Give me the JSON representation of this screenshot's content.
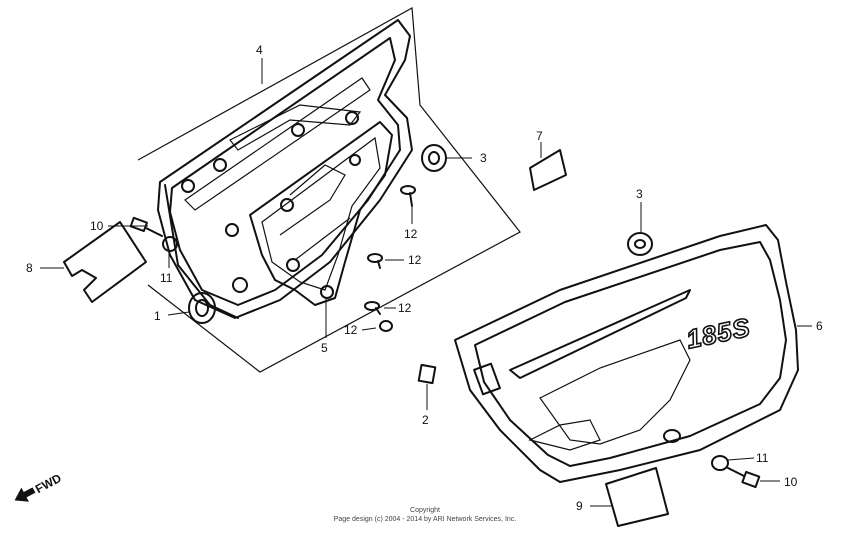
{
  "labels": {
    "p1": "1",
    "p2": "2",
    "p3a": "3",
    "p3b": "3",
    "p4": "4",
    "p5": "5",
    "p6": "6",
    "p7": "7",
    "p8": "8",
    "p9": "9",
    "p10a": "10",
    "p10b": "10",
    "p11a": "11",
    "p11b": "11",
    "p12a": "12",
    "p12b": "12",
    "p12c": "12",
    "p12d": "12"
  },
  "badge_text": "185S",
  "direction_text": "FWD",
  "copyright": {
    "line1": "Copyright",
    "line2": "Page design (c) 2004 - 2014 by ARI Network Services, Inc."
  },
  "colors": {
    "ink": "#111111",
    "background": "#ffffff"
  }
}
